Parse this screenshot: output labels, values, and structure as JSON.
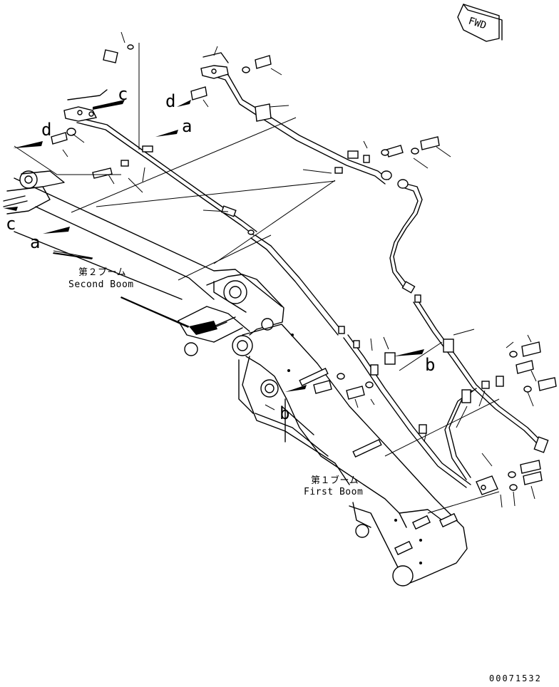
{
  "direction_marker": "FWD",
  "callouts": {
    "a": "a",
    "b": "b",
    "c": "c",
    "d": "d"
  },
  "labels": {
    "second_boom_jp": "第２ブーム",
    "second_boom_en": "Second Boom",
    "first_boom_jp": "第１ブーム",
    "first_boom_en": "First Boom"
  },
  "document_number": "00071532"
}
